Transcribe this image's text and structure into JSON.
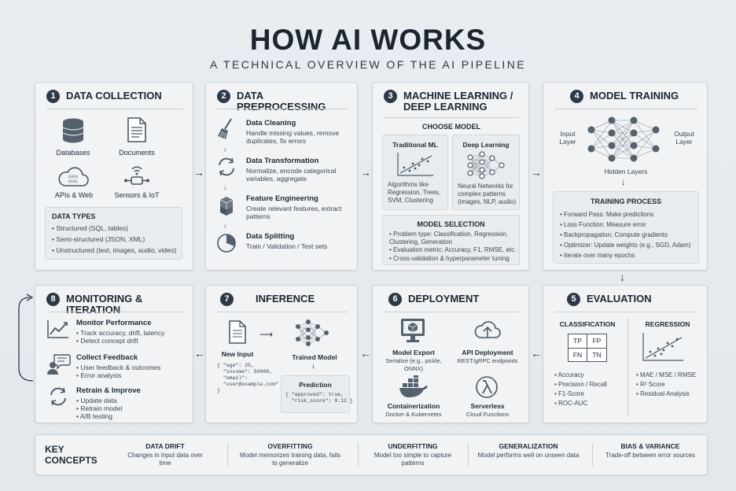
{
  "title": "HOW AI WORKS",
  "subtitle": "A TECHNICAL OVERVIEW OF THE AI PIPELINE",
  "panels": {
    "collection": {
      "num": "1",
      "title": "DATA COLLECTION",
      "sources": [
        "Databases",
        "Documents",
        "APIs & Web",
        "Sensors & IoT"
      ],
      "types_title": "DATA TYPES",
      "types": [
        "Structured (SQL, tables)",
        "Semi-structured (JSON, XML)",
        "Unstructured (text, images, audio, video)"
      ]
    },
    "preprocessing": {
      "num": "2",
      "title": "DATA PREPROCESSING",
      "steps": [
        {
          "title": "Data Cleaning",
          "desc": "Handle missing values, remove duplicates, fix errors"
        },
        {
          "title": "Data Transformation",
          "desc": "Normalize, encode categorical variables, aggregate"
        },
        {
          "title": "Feature Engineering",
          "desc": "Create relevant features, extract patterns"
        },
        {
          "title": "Data Splitting",
          "desc": "Train / Validation / Test sets"
        }
      ]
    },
    "ml": {
      "num": "3",
      "title_line1": "MACHINE LEARNING /",
      "title_line2": "DEEP LEARNING",
      "choose": "CHOOSE MODEL",
      "traditional_title": "Traditional ML",
      "traditional_desc": "Algorithms like Regression, Trees, SVM, Clustering",
      "deep_title": "Deep Learning",
      "deep_desc": "Neural Networks for complex patterns (images, NLP, audio)",
      "selection_title": "MODEL SELECTION",
      "selection": [
        "Problem type: Classification, Regression, Clustering, Generation",
        "Evaluation metric: Accuracy, F1, RMSE, etc.",
        "Cross-validation & hyperparameter tuning"
      ]
    },
    "training": {
      "num": "4",
      "title": "MODEL TRAINING",
      "input_layer": "Input Layer",
      "output_layer": "Output Layer",
      "hidden_layers": "Hidden Layers",
      "process_title": "TRAINING PROCESS",
      "process": [
        "Forward Pass: Make predictions",
        "Loss Function: Measure error",
        "Backpropagation: Compute gradients",
        "Optimizer: Update weights (e.g., SGD, Adam)",
        "Iterate over many epochs"
      ]
    },
    "evaluation": {
      "num": "5",
      "title": "EVALUATION",
      "classification_title": "CLASSIFICATION",
      "regression_title": "REGRESSION",
      "matrix": [
        "TP",
        "FP",
        "FN",
        "TN"
      ],
      "classification": [
        "Accuracy",
        "Precision / Recall",
        "F1-Score",
        "ROC-AUC"
      ],
      "regression": [
        "MAE / MSE / RMSE",
        "R² Score",
        "Residual Analysis"
      ]
    },
    "deployment": {
      "num": "6",
      "title": "DEPLOYMENT",
      "items": [
        {
          "title": "Model Export",
          "desc": "Serialize (e.g., pickle, ONNX)"
        },
        {
          "title": "API Deployment",
          "desc": "REST/gRPC endpoints"
        },
        {
          "title": "Containerization",
          "desc": "Docker & Kubernetes"
        },
        {
          "title": "Serverless",
          "desc": "Cloud Functions"
        }
      ]
    },
    "inference": {
      "num": "7",
      "title": "INFERENCE",
      "new_input": "New Input",
      "trained_model": "Trained Model",
      "input_json": "{ \"age\": 25,\n  \"income\": 50000,\n  \"email\":\n  \"user@example.com\"\n}",
      "prediction_title": "Prediction",
      "prediction_json": "{ \"approved\": true,\n  \"risk_score\": 0.12 }"
    },
    "monitoring": {
      "num": "8",
      "title": "MONITORING & ITERATION",
      "items": [
        {
          "title": "Monitor Performance",
          "lines": [
            "Track accuracy, drift, latency",
            "Detect concept drift"
          ]
        },
        {
          "title": "Collect Feedback",
          "lines": [
            "User feedback & outcomes",
            "Error analysis"
          ]
        },
        {
          "title": "Retrain & Improve",
          "lines": [
            "Update data",
            "Retrain model",
            "A/B testing"
          ]
        }
      ]
    }
  },
  "key_concepts": {
    "label": "KEY CONCEPTS",
    "items": [
      {
        "title": "DATA DRIFT",
        "desc": "Changes in input data over time"
      },
      {
        "title": "OVERFITTING",
        "desc": "Model memorizes training data, fails to generalize"
      },
      {
        "title": "UNDERFITTING",
        "desc": "Model too simple to capture patterns"
      },
      {
        "title": "GENERALIZATION",
        "desc": "Model performs well on unseen data"
      },
      {
        "title": "BIAS & VARIANCE",
        "desc": "Trade-off between error sources"
      }
    ]
  }
}
